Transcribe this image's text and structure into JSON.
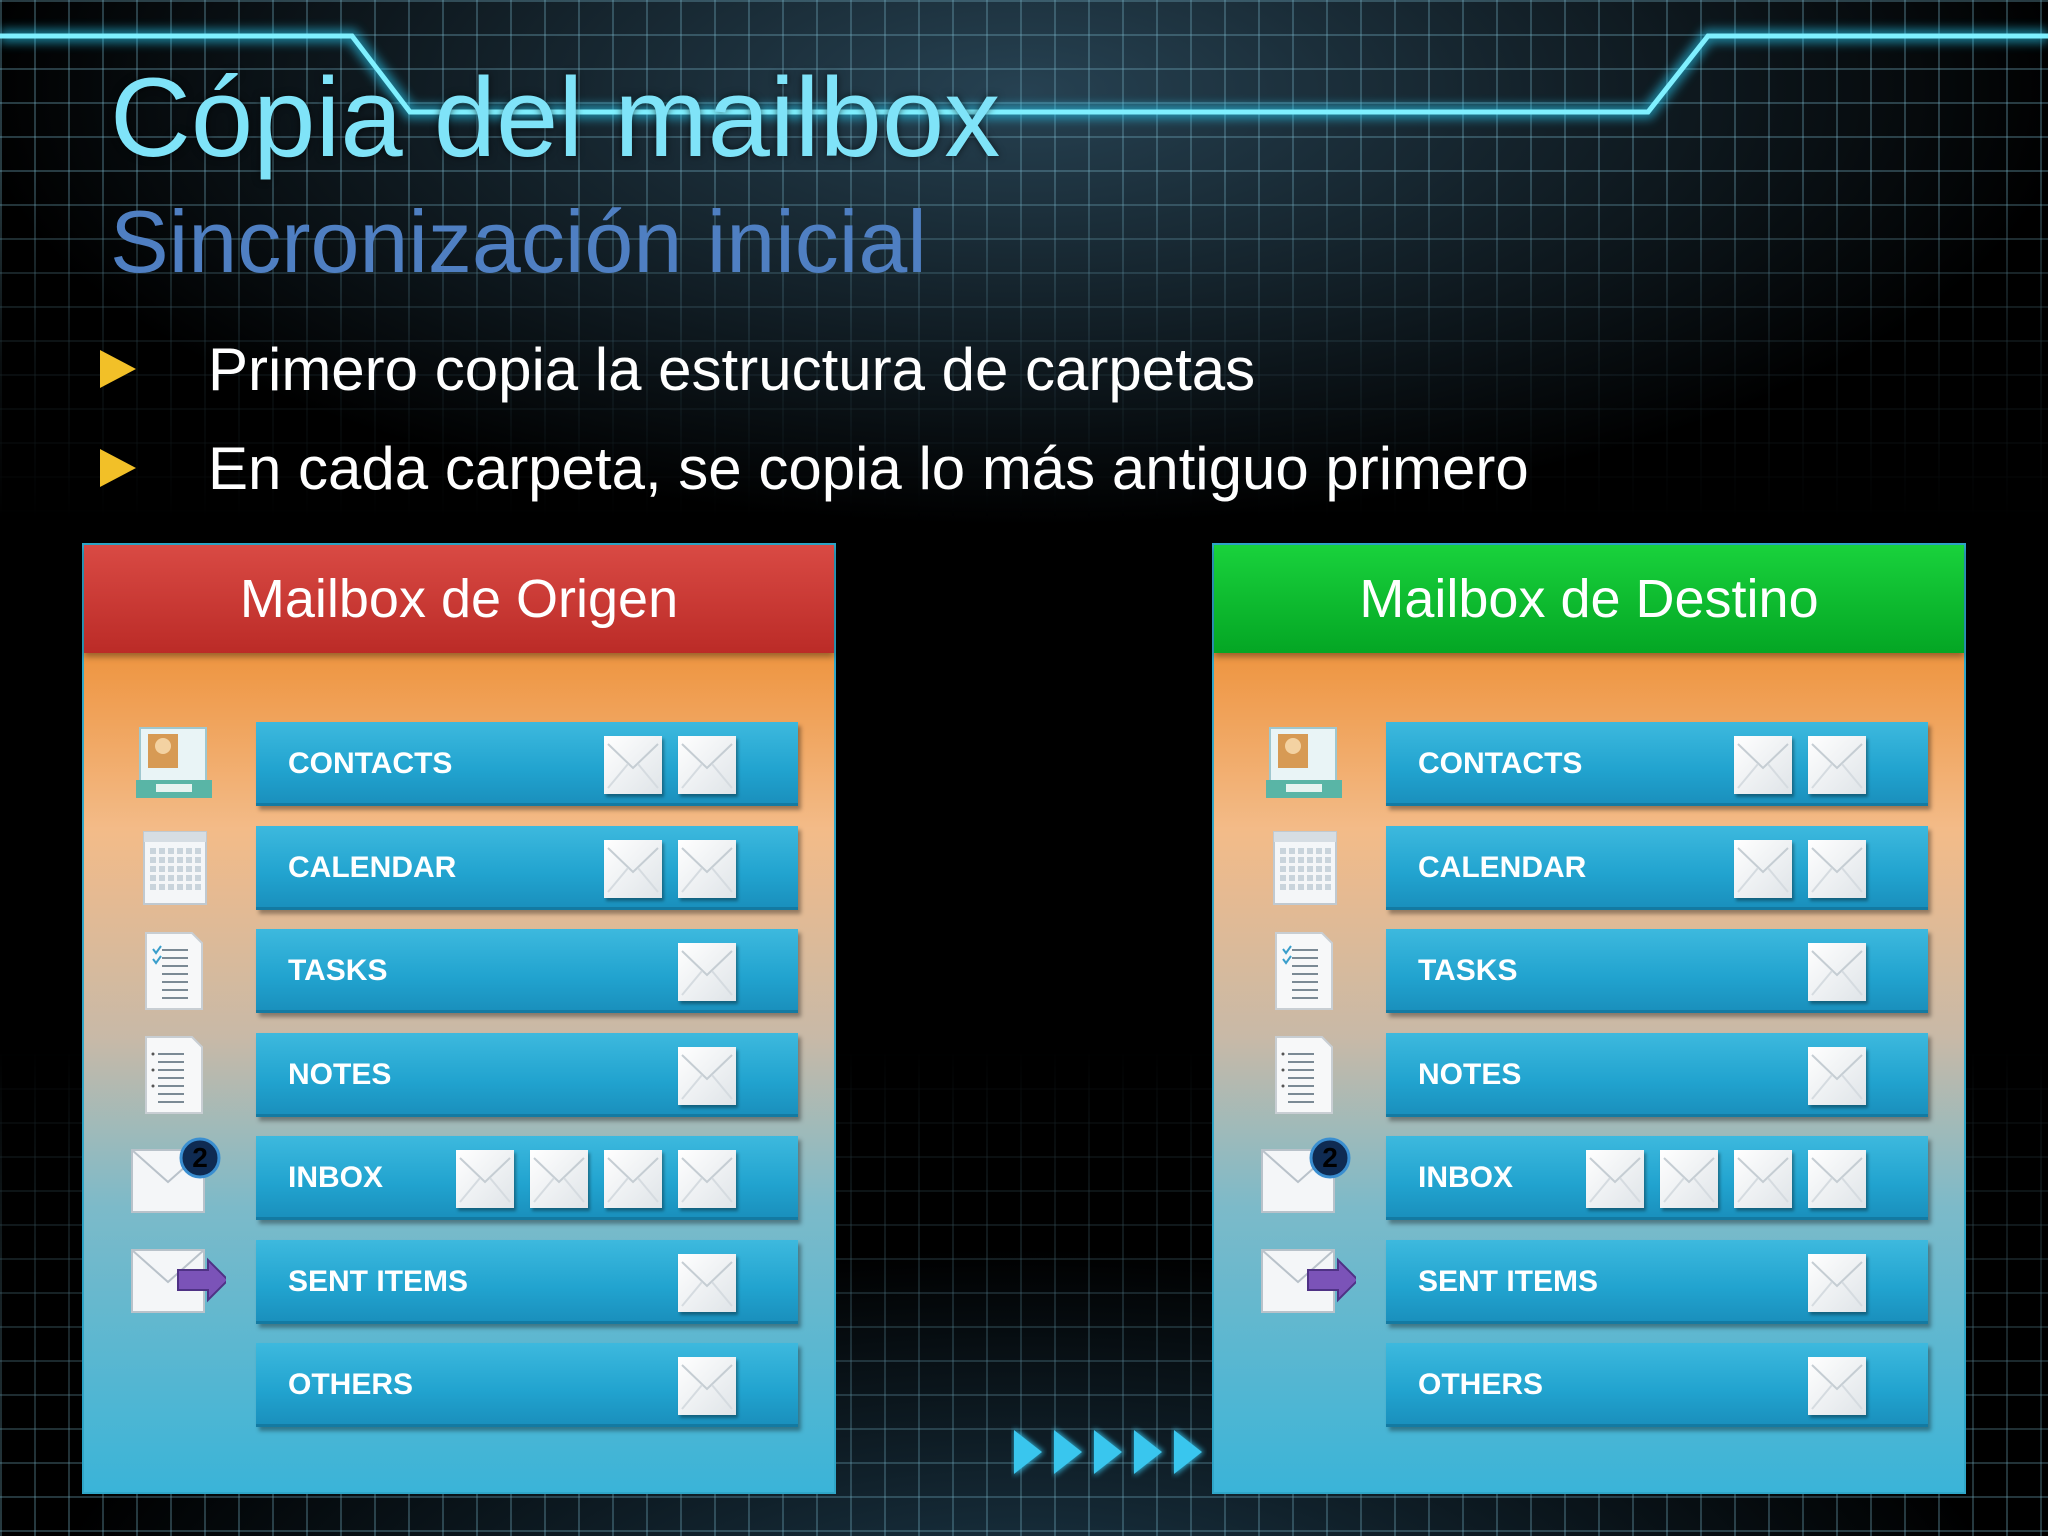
{
  "slide": {
    "title": "Cópia del mailbox",
    "subtitle": "Sincronización inicial",
    "bullets": [
      "Primero copia la estructura de carpetas",
      "En cada carpeta, se copia lo más antiguo primero"
    ]
  },
  "source_mailbox": {
    "header": "Mailbox de Origen",
    "header_color": "#c9302c",
    "folders": [
      {
        "label": "CONTACTS",
        "icon": "contacts-icon",
        "messages": 2
      },
      {
        "label": "CALENDAR",
        "icon": "calendar-icon",
        "messages": 2
      },
      {
        "label": "TASKS",
        "icon": "tasks-icon",
        "messages": 1
      },
      {
        "label": "NOTES",
        "icon": "notes-icon",
        "messages": 1
      },
      {
        "label": "INBOX",
        "icon": "inbox-icon",
        "badge": "2",
        "messages": 4
      },
      {
        "label": "SENT ITEMS",
        "icon": "sent-items-icon",
        "messages": 1
      },
      {
        "label": "OTHERS",
        "icon": "",
        "messages": 1
      }
    ]
  },
  "target_mailbox": {
    "header": "Mailbox de Destino",
    "header_color": "#0bbf30",
    "folders": [
      {
        "label": "CONTACTS",
        "icon": "contacts-icon",
        "messages": 2
      },
      {
        "label": "CALENDAR",
        "icon": "calendar-icon",
        "messages": 2
      },
      {
        "label": "TASKS",
        "icon": "tasks-icon",
        "messages": 1
      },
      {
        "label": "NOTES",
        "icon": "notes-icon",
        "messages": 1
      },
      {
        "label": "INBOX",
        "icon": "inbox-icon",
        "badge": "2",
        "messages": 4
      },
      {
        "label": "SENT ITEMS",
        "icon": "sent-items-icon",
        "messages": 1
      },
      {
        "label": "OTHERS",
        "icon": "",
        "messages": 1
      }
    ]
  },
  "colors": {
    "title": "#7fe3f8",
    "subtitle": "#4f7fc2",
    "bullet_marker": "#f2c028",
    "folder_bar": "#21a3cf",
    "transfer_arrows": "#39c6ee"
  },
  "transfer_indicator": {
    "icon": "transfer-arrows-icon",
    "count": 5
  }
}
